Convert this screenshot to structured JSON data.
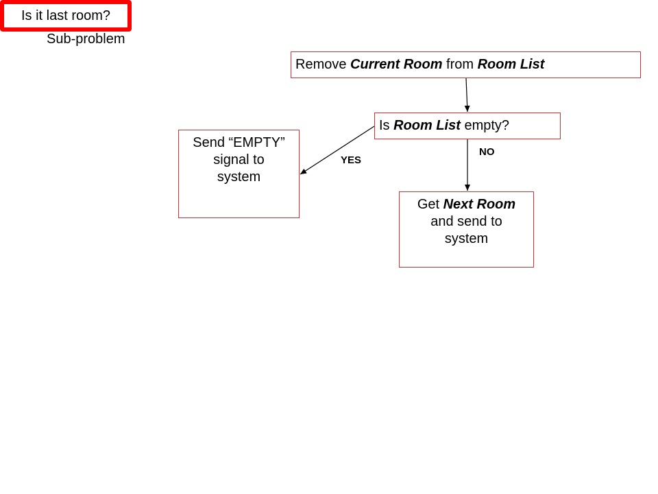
{
  "header": {
    "subtitle": "Sub-problem"
  },
  "badge": {
    "text": "Is it last room?",
    "color": "#ff0000"
  },
  "nodes": {
    "remove": {
      "p1": "Remove ",
      "p2": "Current Room",
      "p3": " from ",
      "p4": "Room List"
    },
    "empty": {
      "p1": "Is ",
      "p2": "Room List",
      "p3": " empty?"
    },
    "send": {
      "line1": "Send “EMPTY”",
      "line2": "signal to",
      "line3": "system"
    },
    "next": {
      "p1": "Get ",
      "p2": "Next Room",
      "line2": "and send to",
      "line3": "system"
    }
  },
  "edges": {
    "yes_label": "YES",
    "no_label": "NO"
  },
  "colors": {
    "box_border": "#cc3333",
    "arrow": "#000000"
  }
}
